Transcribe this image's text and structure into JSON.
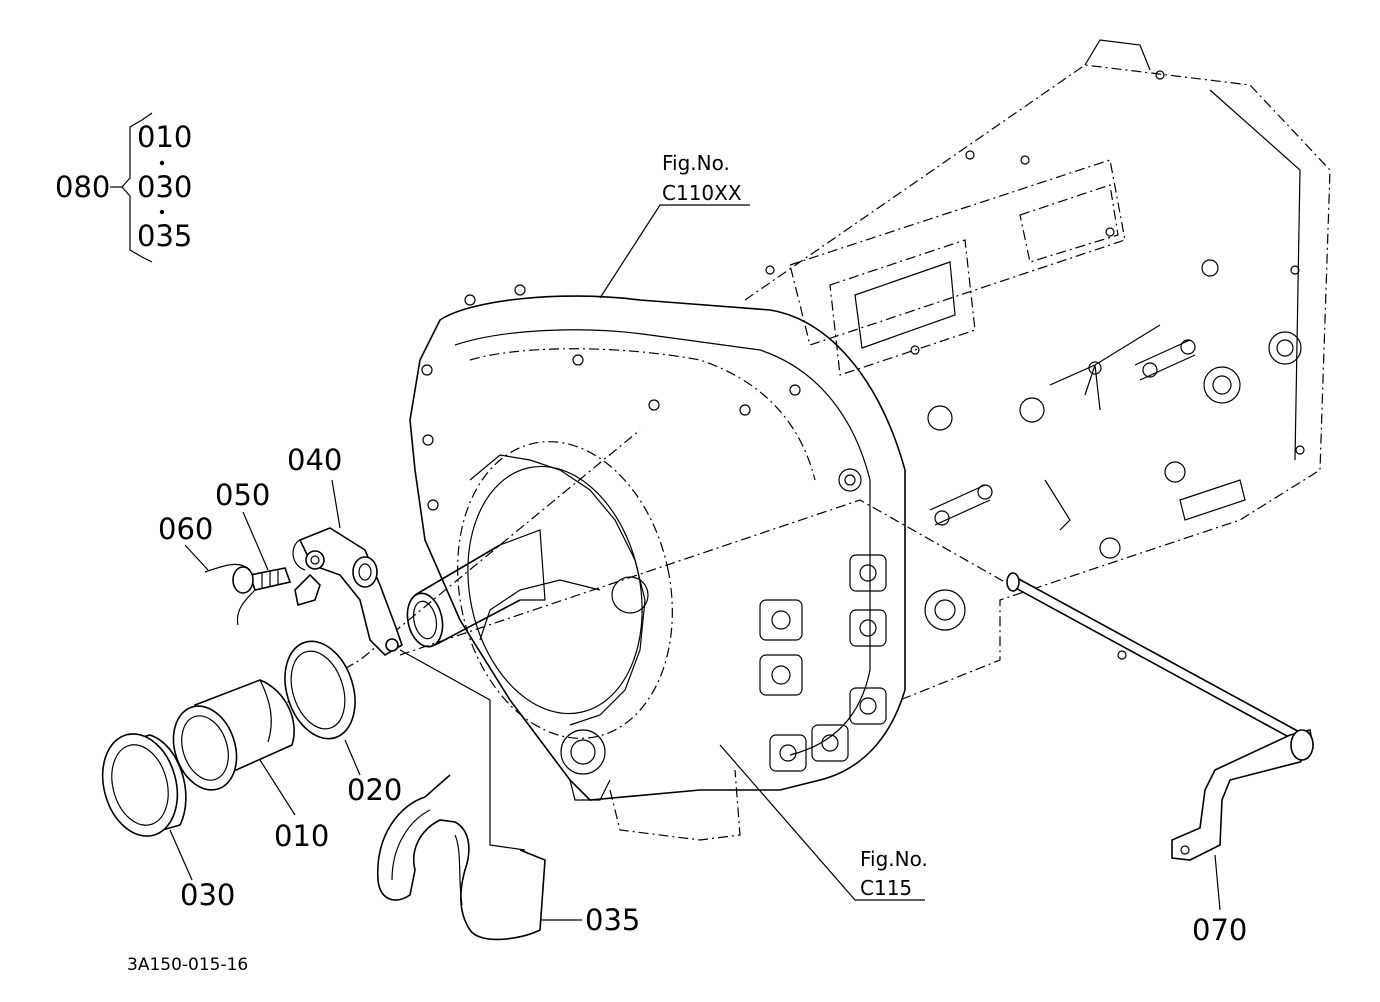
{
  "labels": {
    "p010": "010",
    "p020": "020",
    "p030": "030",
    "p035": "035",
    "p040": "040",
    "p050": "050",
    "p060": "060",
    "p070": "070",
    "p080": "080"
  },
  "kit": {
    "code": "080",
    "items": [
      "010",
      "030",
      "035"
    ]
  },
  "references": {
    "fig1_title": "Fig.No.",
    "fig1_code": "C110XX",
    "fig2_title": "Fig.No.",
    "fig2_code": "C115"
  },
  "drawing_code": "3A150-015-16"
}
